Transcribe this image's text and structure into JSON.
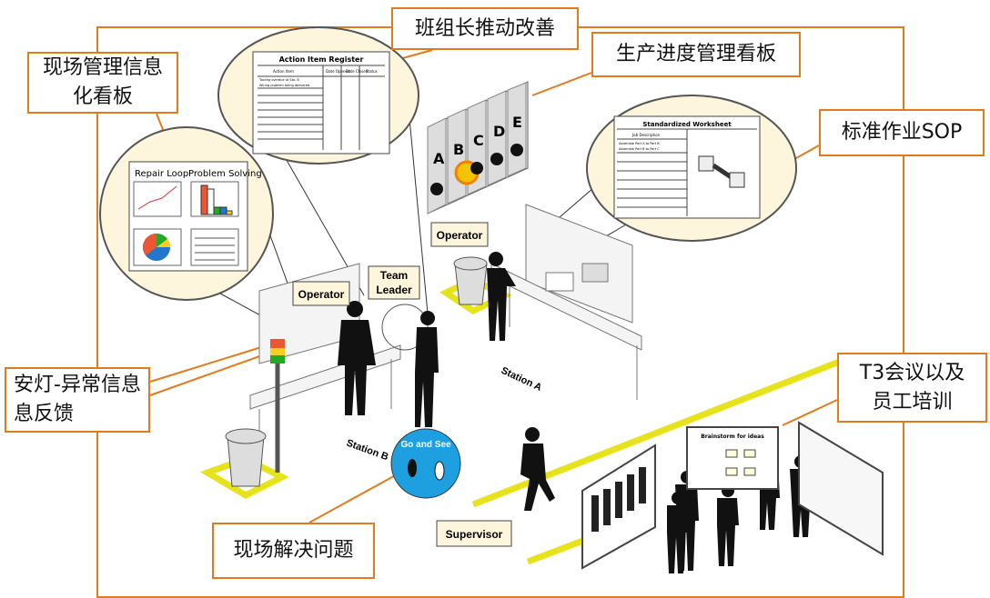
{
  "callouts": {
    "info_board_line1": "现场管理信息",
    "info_board_line2": "化看板",
    "team_leader_improve": "班组长推动改善",
    "production_board": "生产进度管理看板",
    "standard_sop": "标准作业SOP",
    "andon_line1": "安灯-异常信息",
    "andon_line2": "息反馈",
    "t3_line1": "T3会议以及",
    "t3_line2": "员工培训",
    "onsite_solve": "现场解决问题"
  },
  "scene": {
    "action_register_title": "Action Item Register",
    "action_register_col1": "Action Item",
    "action_register_col2": "Date Opened",
    "action_register_col3": "Date Closed",
    "action_register_col4": "Status",
    "action_register_row1": "Tooling overdue at Sta. B",
    "action_register_row2": "Wiring problem being delivered",
    "worksheet_title": "Standardized Worksheet",
    "worksheet_col": "Job Description",
    "worksheet_row1": "Assemble Part A to Part B",
    "worksheet_row2": "Assemble Part B to Part C",
    "chart_title1": "Repair Loop",
    "chart_title2": "Problem Solving",
    "progress_letters": [
      "A",
      "B",
      "C",
      "D",
      "E"
    ],
    "operator_b": "Operator",
    "team_leader_1": "Team",
    "team_leader_2": "Leader",
    "operator_a": "Operator",
    "station_a": "Station A",
    "station_b": "Station B",
    "go_and_see": "Go and See",
    "supervisor": "Supervisor",
    "t3_board_title": "Brainstorm for ideas"
  },
  "colors": {
    "accent": "#e07b20",
    "callout_bg": "#fdf6dc",
    "floor_line": "#e6e21c",
    "go_see": "#1e9fe0"
  }
}
